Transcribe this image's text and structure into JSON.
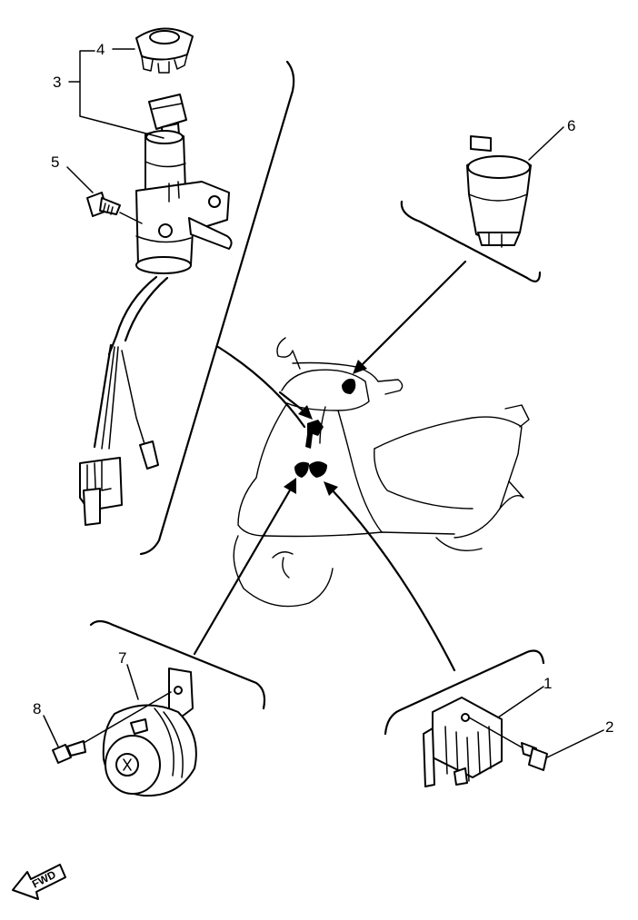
{
  "callouts": {
    "c1": "1",
    "c2": "2",
    "c3": "3",
    "c4": "4",
    "c5": "5",
    "c6": "6",
    "c7": "7",
    "c8": "8"
  },
  "fwd_label": "FWD"
}
